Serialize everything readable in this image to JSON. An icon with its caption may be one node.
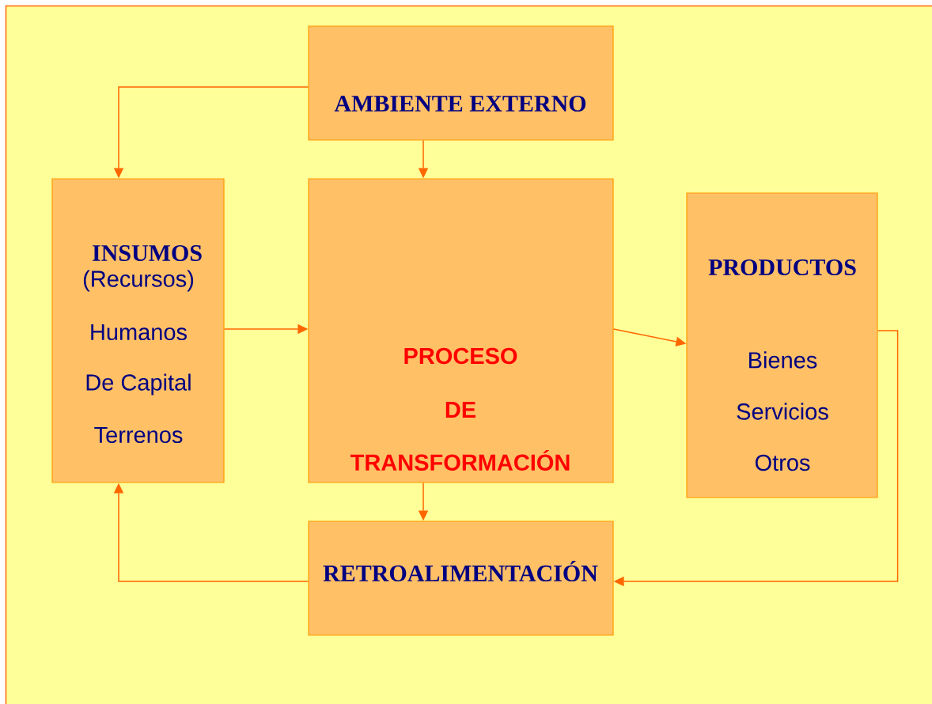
{
  "diagram": {
    "nodes": [
      {
        "text": [
          "AMBIENTE EXTERNO"
        ]
      },
      {
        "text": [
          "INSUMOS",
          "(Recursos)",
          "Humanos",
          "De Capital",
          "Terrenos"
        ]
      },
      {
        "text": [
          "PROCESO",
          "DE",
          "TRANSFORMACIÓN"
        ]
      },
      {
        "text": [
          "PRODUCTOS",
          "Bienes",
          "Servicios",
          "Otros"
        ]
      },
      {
        "text": [
          "RETROALIMENTACIÓN"
        ]
      }
    ],
    "edges": [
      {
        "from": 0,
        "to": 1,
        "arrow": "to"
      },
      {
        "from": 0,
        "to": 2,
        "arrow": "to"
      },
      {
        "from": 1,
        "to": 2,
        "arrow": "to"
      },
      {
        "from": 2,
        "to": 3,
        "arrow": "to"
      },
      {
        "from": 2,
        "to": 4,
        "arrow": "to"
      },
      {
        "from": 3,
        "to": 4,
        "arrow": "to"
      },
      {
        "from": 4,
        "to": 1,
        "arrow": "to"
      }
    ]
  }
}
